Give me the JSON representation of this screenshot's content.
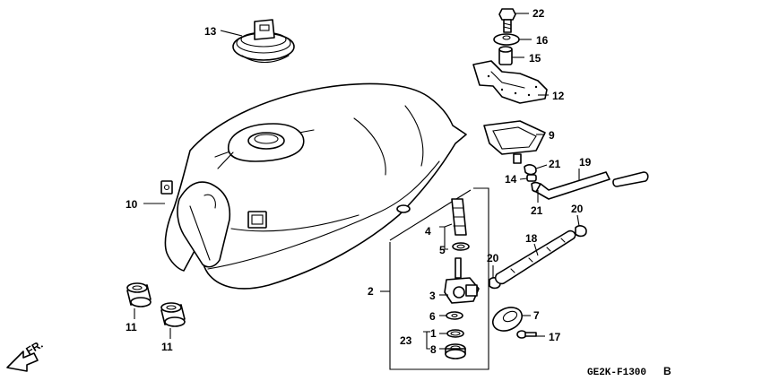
{
  "diagram_code": "GE2K-F1300",
  "page_marker": "B",
  "direction_label": "FR.",
  "callouts": {
    "c1": "1",
    "c2": "2",
    "c3": "3",
    "c4": "4",
    "c5": "5",
    "c6": "6",
    "c7": "7",
    "c8": "8",
    "c9": "9",
    "c10": "10",
    "c11a": "11",
    "c11b": "11",
    "c12": "12",
    "c13": "13",
    "c14": "14",
    "c15": "15",
    "c16": "16",
    "c17": "17",
    "c18": "18",
    "c19": "19",
    "c20a": "20",
    "c20b": "20",
    "c21a": "21",
    "c21b": "21",
    "c22": "22",
    "c23": "23"
  }
}
